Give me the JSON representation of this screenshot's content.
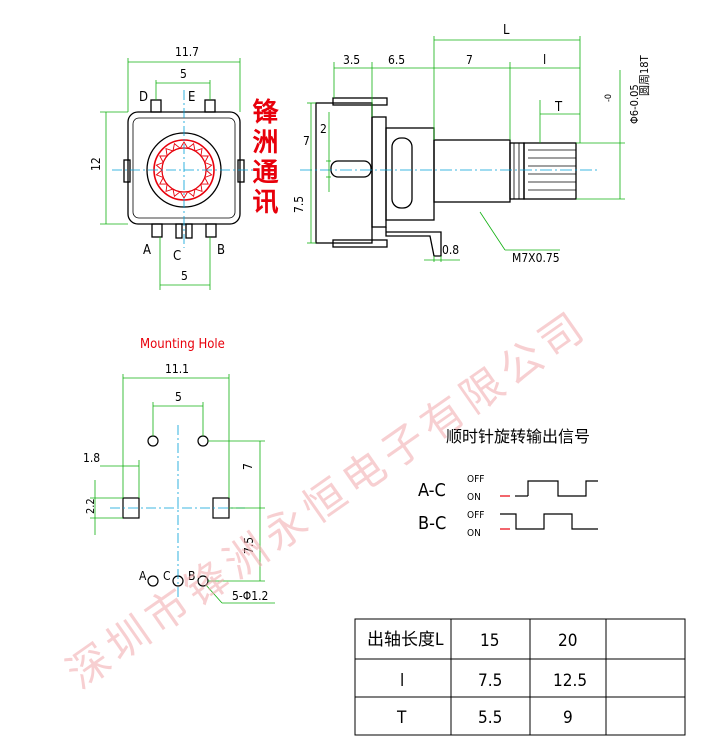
{
  "brand_label": "锋洲通讯",
  "watermark": "深圳市锋洲永恒电子有限公司",
  "front_view": {
    "dim_width": "11.7",
    "dim_pin_top": "5",
    "dim_height": "12",
    "dim_pin_bottom": "5",
    "pin_D": "D",
    "pin_E": "E",
    "pin_A": "A",
    "pin_B": "B",
    "pin_C": "C"
  },
  "side_view": {
    "dim_L": "L",
    "dim_35": "3.5",
    "dim_65": "6.5",
    "dim_7": "7",
    "dim_l": "l",
    "dim_T": "T",
    "dim_phi": "Φ6-0.05",
    "dim_phi_top": "-0",
    "dim_knurl": "圆周18T",
    "dim_2": "2",
    "dim_7v": "7",
    "dim_75v": "7.5",
    "dim_08": "0.8",
    "dim_thread": "M7X0.75"
  },
  "mounting": {
    "title": "Mounting Hole",
    "dim_111": "11.1",
    "dim_5": "5",
    "dim_18": "1.8",
    "dim_22": "2.2",
    "dim_7": "7",
    "dim_75": "7.5",
    "dim_holes": "5-Φ1.2",
    "pin_A": "A",
    "pin_C": "C",
    "pin_B": "B"
  },
  "signal": {
    "title": "顺时针旋转输出信号",
    "row1_label": "A-C",
    "row2_label": "B-C",
    "off": "OFF",
    "on": "ON"
  },
  "table": {
    "headers": [
      "出轴长度L",
      "15",
      "20",
      ""
    ],
    "rows": [
      [
        "l",
        "7.5",
        "12.5",
        ""
      ],
      [
        "T",
        "5.5",
        "9",
        ""
      ]
    ]
  }
}
